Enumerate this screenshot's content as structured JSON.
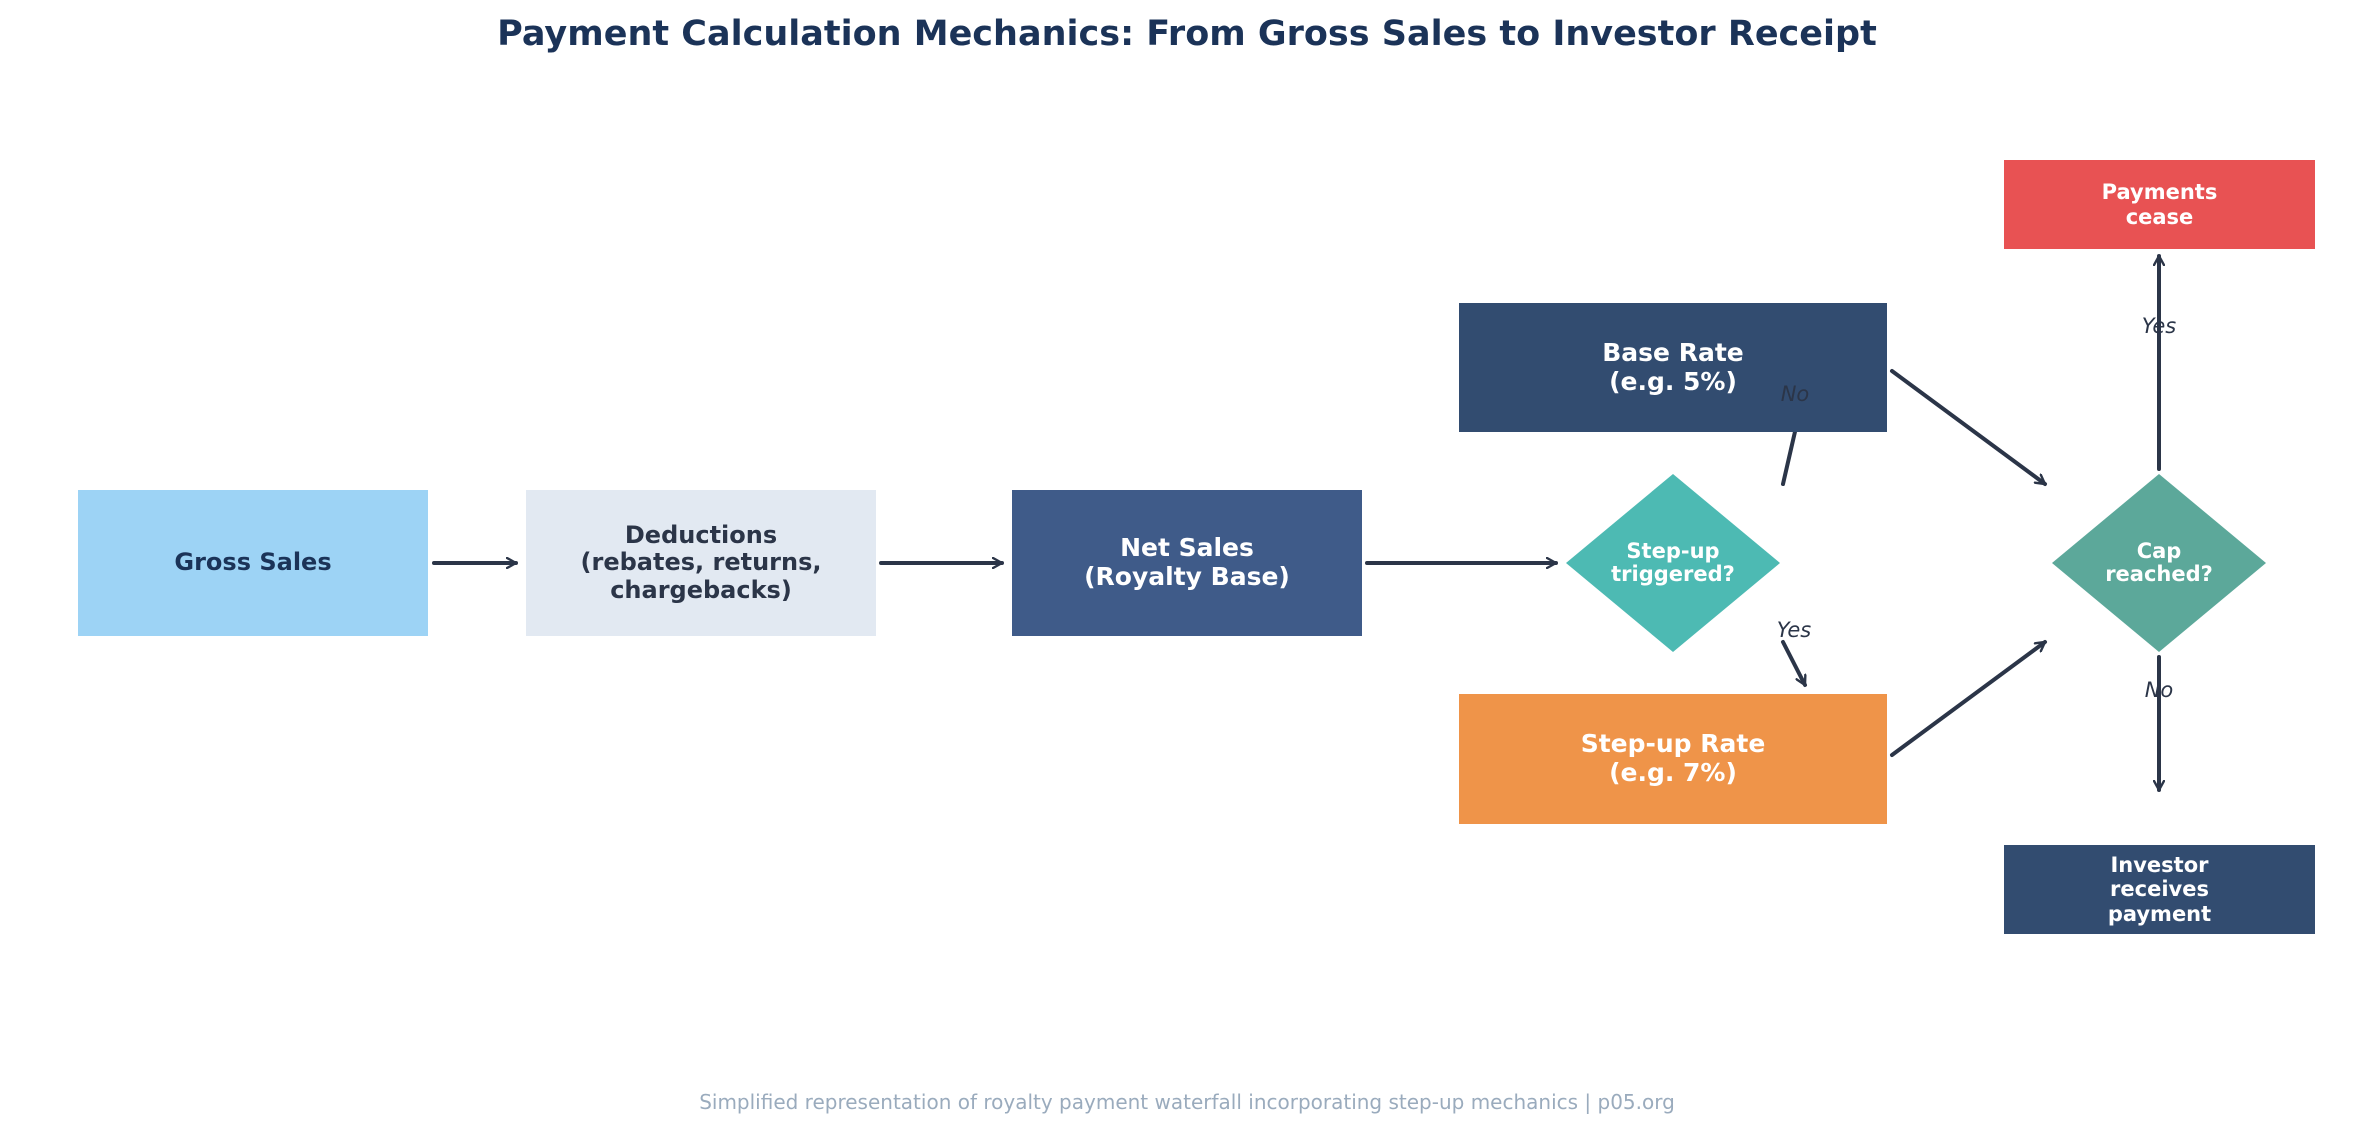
{
  "title": "Payment Calculation Mechanics: From Gross Sales to Investor Receipt",
  "footer": "Simplified representation of royalty payment waterfall incorporating step-up mechanics | p05.org",
  "nodes": {
    "gross_sales": "Gross Sales",
    "deductions": "Deductions\n(rebates, returns,\nchargebacks)",
    "net_sales": "Net Sales\n(Royalty Base)",
    "stepup_decision": "Step-up\ntriggered?",
    "base_rate": "Base Rate\n(e.g. 5%)",
    "stepup_rate": "Step-up Rate\n(e.g. 7%)",
    "cap_decision": "Cap\nreached?",
    "payments_cease": "Payments\ncease",
    "investor_receives": "Investor\nreceives\npayment"
  },
  "edge_labels": {
    "stepup_no": "No",
    "stepup_yes": "Yes",
    "cap_yes": "Yes",
    "cap_no": "No"
  },
  "colors": {
    "gross_sales": "#9dd3f5",
    "deductions": "#e2e9f2",
    "net_sales": "#3f5b89",
    "stepup_decision": "#4dbab3",
    "base_rate": "#324c70",
    "stepup_rate": "#ef9449",
    "cap_decision": "#5ca89a",
    "payments_cease": "#e85253",
    "investor_receives": "#324c70",
    "arrow": "#2b3548",
    "title": "#1b3358"
  }
}
